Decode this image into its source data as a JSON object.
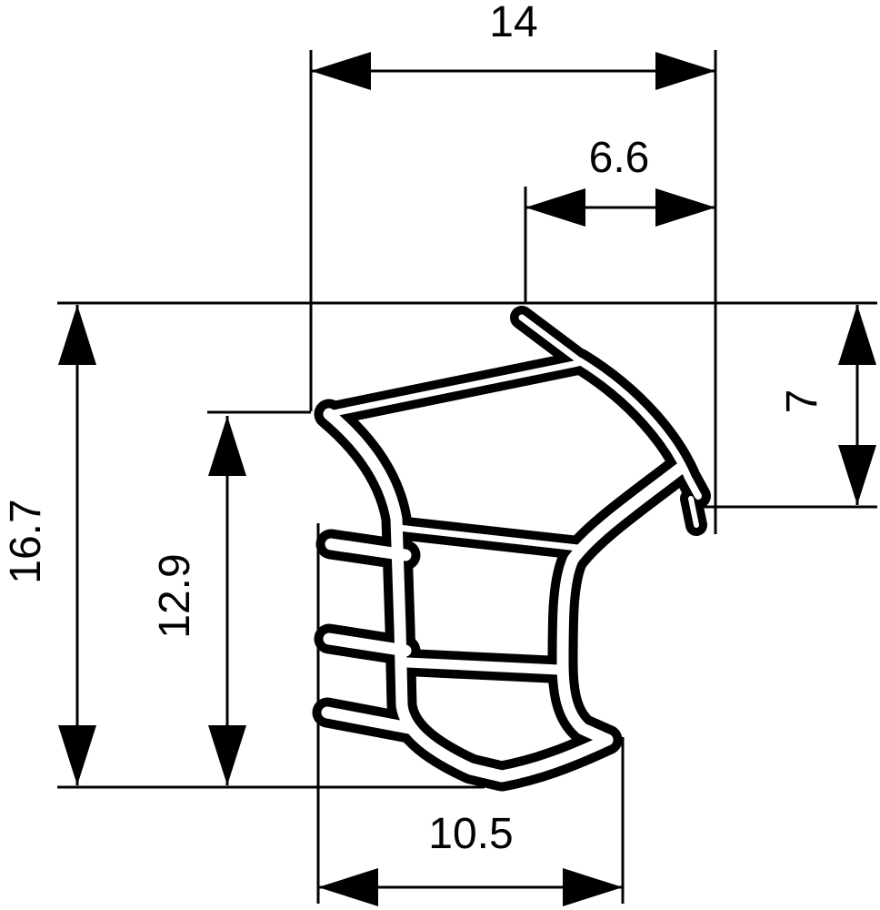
{
  "drawing": {
    "type": "technical-dimension-drawing",
    "subject": "seal-profile-cross-section",
    "background_color": "#ffffff",
    "line_color": "#000000"
  },
  "dimensions": {
    "overall_width": "14",
    "top_lip_offset": "6.6",
    "right_contact_height": "7",
    "overall_height": "16.7",
    "left_lip_height": "12.9",
    "bottom_width": "10.5"
  }
}
